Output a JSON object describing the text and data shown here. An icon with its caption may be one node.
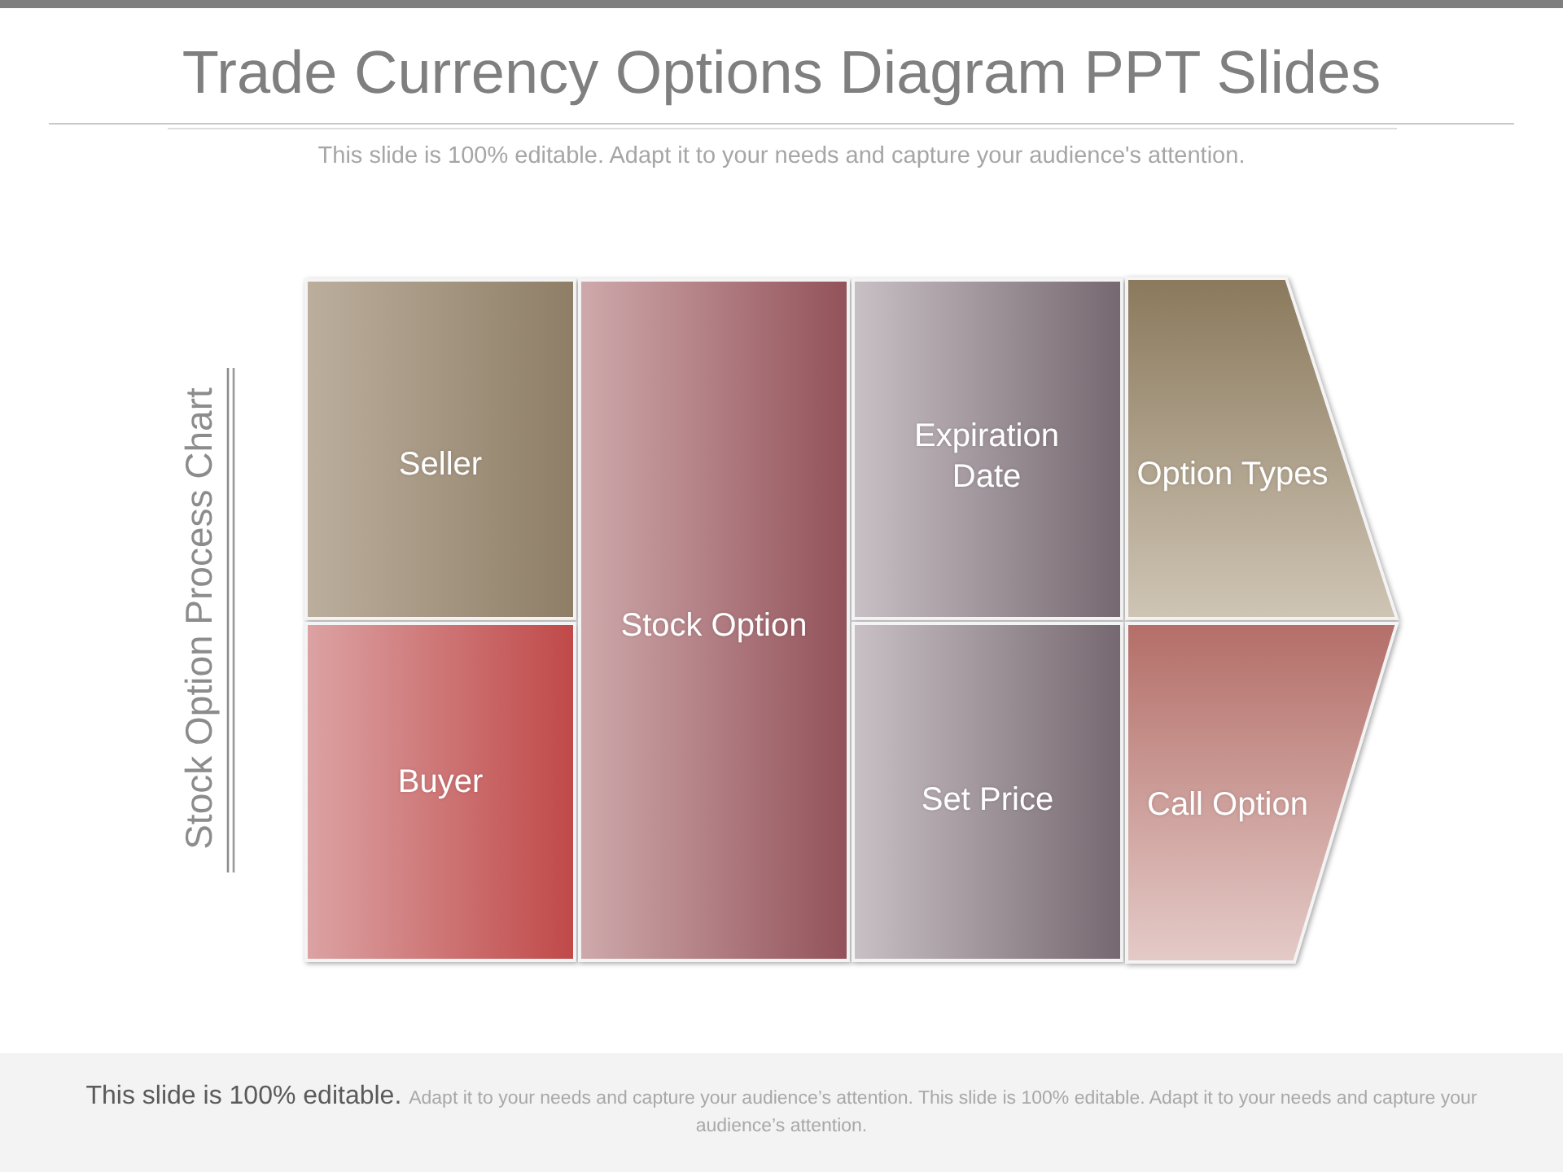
{
  "diagram": {
    "title": "Trade Currency Options Diagram PPT Slides",
    "nodes": [
      {
        "text": [
          "Seller"
        ]
      },
      {
        "text": [
          "Buyer"
        ]
      },
      {
        "text": [
          "Stock Option"
        ]
      },
      {
        "text": [
          "Expiration Date"
        ]
      },
      {
        "text": [
          "Set Price"
        ]
      },
      {
        "text": [
          "Option Types"
        ]
      },
      {
        "text": [
          "Call Option"
        ]
      }
    ],
    "labels": [
      "This slide is 100% editable. Adapt it to your needs and capture your audience's attention.",
      "Stock Option Process Chart",
      "This slide is 100% editable.",
      "Adapt it to your needs and capture your audience’s attention. This slide is 100% editable. Adapt it to your needs and capture your audience’s attention."
    ]
  }
}
